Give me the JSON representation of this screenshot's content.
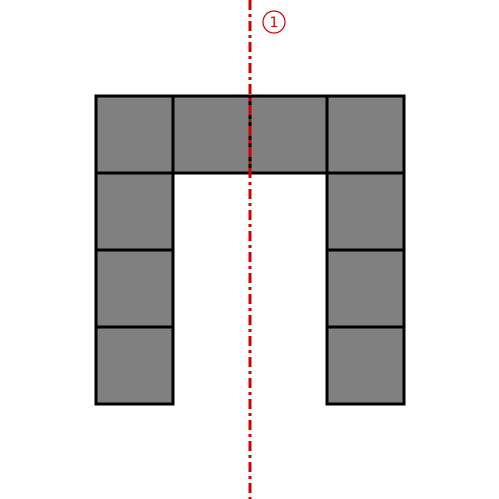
{
  "diagram": {
    "type": "symmetry-axis-puzzle",
    "shape": {
      "fill_color": "#808080",
      "stroke_color": "#000000",
      "cells": [
        {
          "row": 0,
          "col": 0
        },
        {
          "row": 0,
          "col": 1
        },
        {
          "row": 0,
          "col": 2
        },
        {
          "row": 0,
          "col": 3
        },
        {
          "row": 1,
          "col": 0
        },
        {
          "row": 1,
          "col": 3
        },
        {
          "row": 2,
          "col": 0
        },
        {
          "row": 2,
          "col": 3
        },
        {
          "row": 3,
          "col": 0
        },
        {
          "row": 3,
          "col": 3
        }
      ]
    },
    "axis": {
      "style": "dash-dot",
      "color": "#d40000",
      "orientation": "vertical",
      "label": "1"
    }
  }
}
